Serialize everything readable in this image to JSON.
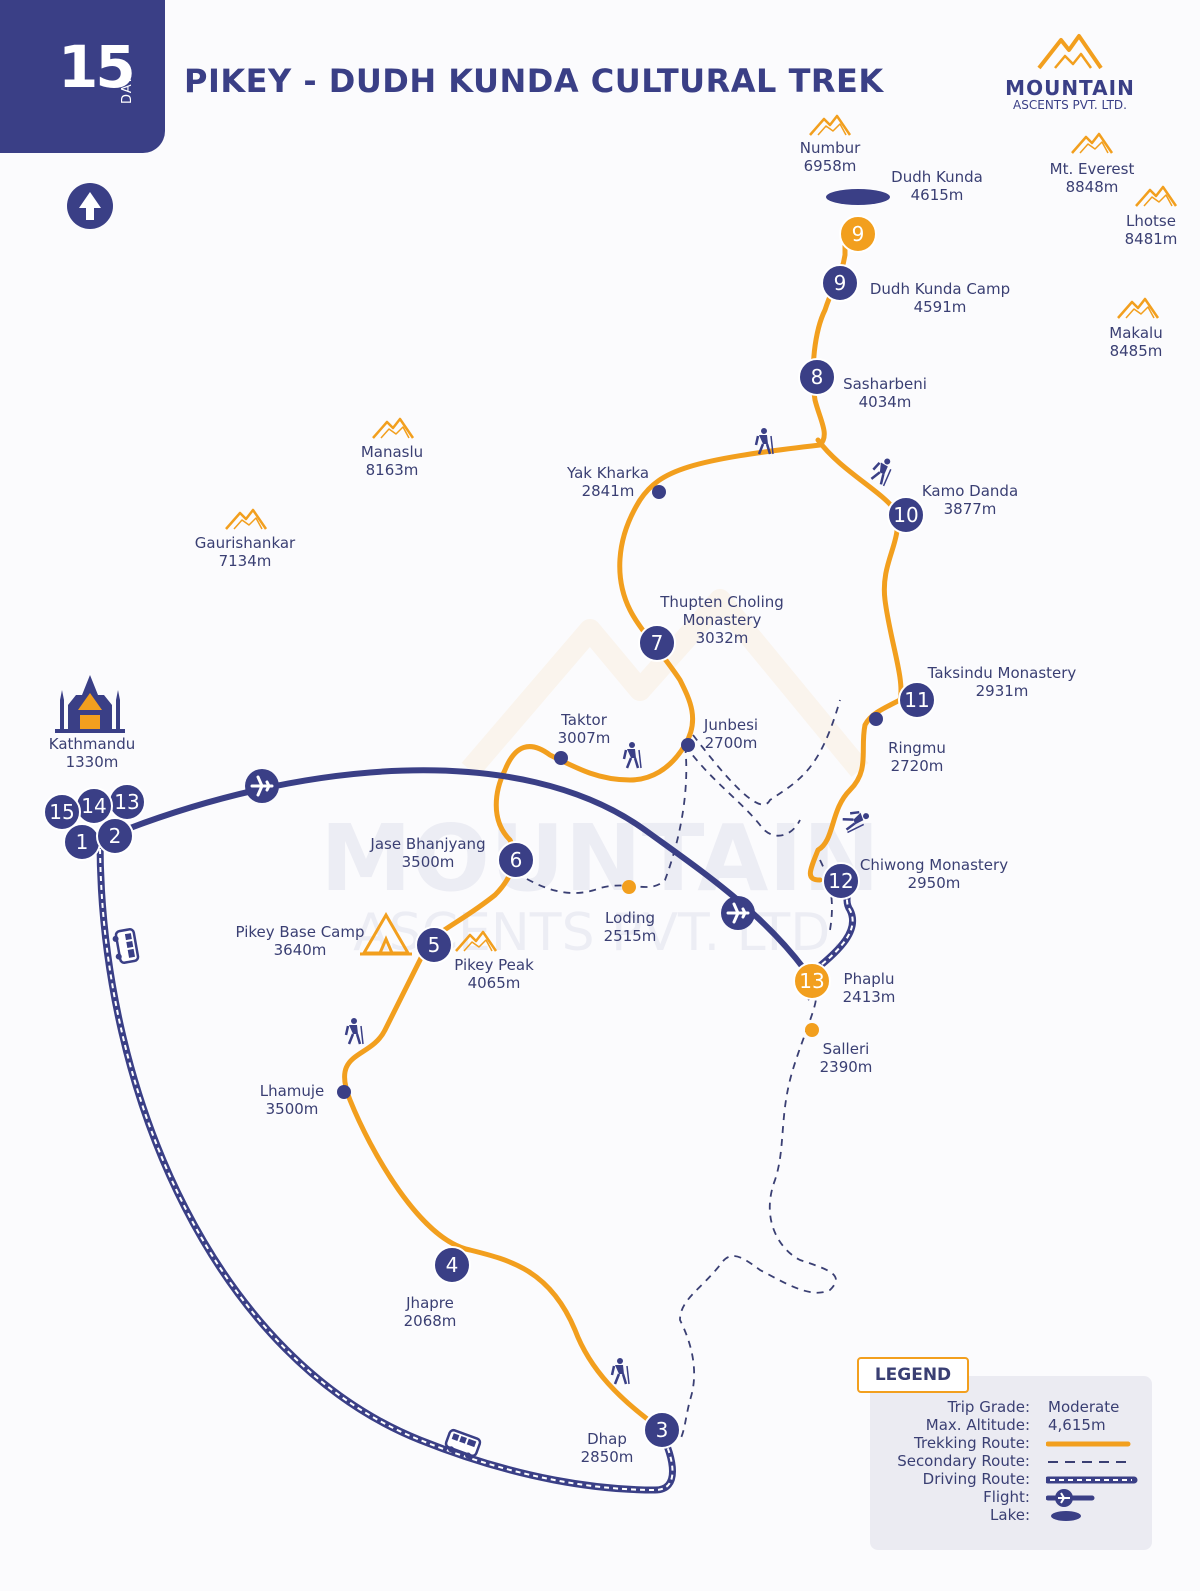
{
  "header": {
    "days_number": "15",
    "days_label": "DAYS",
    "title": "PIKEY - DUDH KUNDA CULTURAL TREK"
  },
  "brand": {
    "name": "MOUNTAIN",
    "sub": "ASCENTS PVT. LTD.",
    "watermark_name": "MOUNTAIN",
    "watermark_sub": "ASCENTS PVT. LTD."
  },
  "colors": {
    "navy": "#3a3f86",
    "orange": "#f29f1e",
    "text": "#3a3f73"
  },
  "icons": [
    "north-arrow-icon",
    "temple-icon",
    "mountain-peak-icon",
    "hiker-icon",
    "plane-icon",
    "bus-icon",
    "tent-icon",
    "lake-icon"
  ],
  "peaks": [
    {
      "name": "Numbur",
      "alt": "6958m"
    },
    {
      "name": "Mt. Everest",
      "alt": "8848m"
    },
    {
      "name": "Lhotse",
      "alt": "8481m"
    },
    {
      "name": "Makalu",
      "alt": "8485m"
    },
    {
      "name": "Manaslu",
      "alt": "8163m"
    },
    {
      "name": "Gaurishankar",
      "alt": "7134m"
    },
    {
      "name": "Pikey Peak",
      "alt": "4065m"
    }
  ],
  "places": [
    {
      "name": "Dudh Kunda",
      "alt": "4615m"
    },
    {
      "name": "Dudh Kunda Camp",
      "alt": "4591m"
    },
    {
      "name": "Sasharbeni",
      "alt": "4034m"
    },
    {
      "name": "Kamo Danda",
      "alt": "3877m"
    },
    {
      "name": "Yak Kharka",
      "alt": "2841m"
    },
    {
      "name": "Thupten Choling",
      "name2": "Monastery",
      "alt": "3032m"
    },
    {
      "name": "Taksindu Monastery",
      "alt": "2931m"
    },
    {
      "name": "Taktor",
      "alt": "3007m"
    },
    {
      "name": "Junbesi",
      "alt": "2700m"
    },
    {
      "name": "Ringmu",
      "alt": "2720m"
    },
    {
      "name": "Kathmandu",
      "alt": "1330m"
    },
    {
      "name": "Jase Bhanjyang",
      "alt": "3500m"
    },
    {
      "name": "Chiwong Monastery",
      "alt": "2950m"
    },
    {
      "name": "Loding",
      "alt": "2515m"
    },
    {
      "name": "Pikey Base Camp",
      "alt": "3640m"
    },
    {
      "name": "Phaplu",
      "alt": "2413m"
    },
    {
      "name": "Salleri",
      "alt": "2390m"
    },
    {
      "name": "Lhamuje",
      "alt": "3500m"
    },
    {
      "name": "Jhapre",
      "alt": "2068m"
    },
    {
      "name": "Dhap",
      "alt": "2850m"
    }
  ],
  "day_markers": [
    {
      "label": "1"
    },
    {
      "label": "2"
    },
    {
      "label": "13"
    },
    {
      "label": "14"
    },
    {
      "label": "15"
    },
    {
      "label": "3"
    },
    {
      "label": "4"
    },
    {
      "label": "5"
    },
    {
      "label": "6"
    },
    {
      "label": "7"
    },
    {
      "label": "8"
    },
    {
      "label": "9"
    },
    {
      "label": "9"
    },
    {
      "label": "10"
    },
    {
      "label": "11"
    },
    {
      "label": "12"
    },
    {
      "label": "13"
    }
  ],
  "legend": {
    "title": "LEGEND",
    "trip_grade_label": "Trip Grade:",
    "trip_grade_value": "Moderate",
    "max_altitude_label": "Max. Altitude:",
    "max_altitude_value": "4,615m",
    "trekking_label": "Trekking Route:",
    "secondary_label": "Secondary Route:",
    "driving_label": "Driving Route:",
    "flight_label": "Flight:",
    "lake_label": "Lake:"
  }
}
